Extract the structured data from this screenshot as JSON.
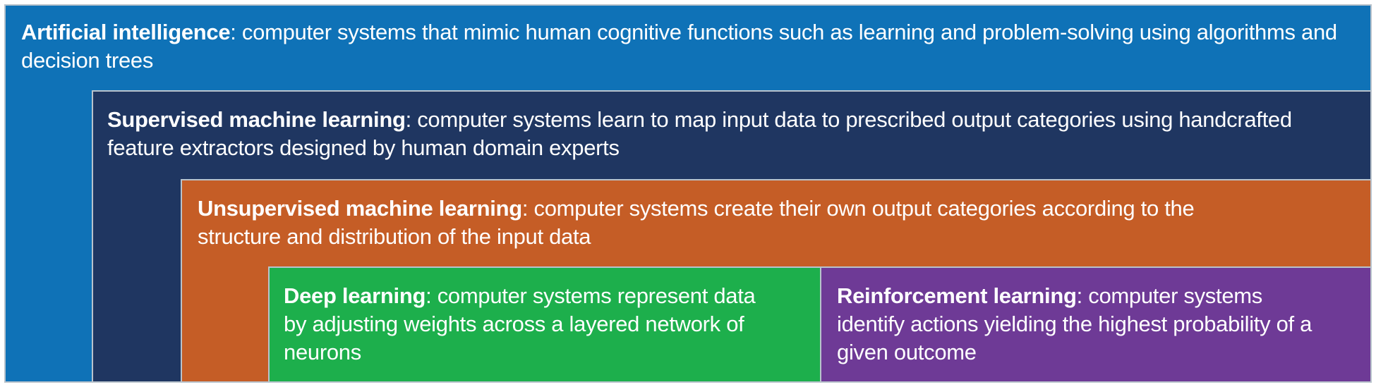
{
  "boxes": {
    "ai": {
      "term": "Artificial intelligence",
      "definition": ": computer systems that mimic human cognitive functions such as learning and problem-solving using algorithms and decision trees",
      "color": "#0f72b7"
    },
    "supervised": {
      "term": "Supervised machine learning",
      "definition": ": computer systems learn to map input data to prescribed output categories using handcrafted feature extractors designed by human domain experts",
      "color": "#1f3661"
    },
    "unsupervised": {
      "term": "Unsupervised machine learning",
      "definition": ": computer systems create their own output categories according to the structure and distribution of the input data",
      "color": "#c55d26"
    },
    "deep": {
      "term": "Deep learning",
      "definition": ": computer systems represent data by adjusting weights across a layered network of neurons",
      "color": "#1daf4c"
    },
    "reinforcement": {
      "term": "Reinforcement learning",
      "definition": ": computer systems identify actions yielding the highest probability of a given outcome",
      "color": "#6e3a96"
    }
  }
}
